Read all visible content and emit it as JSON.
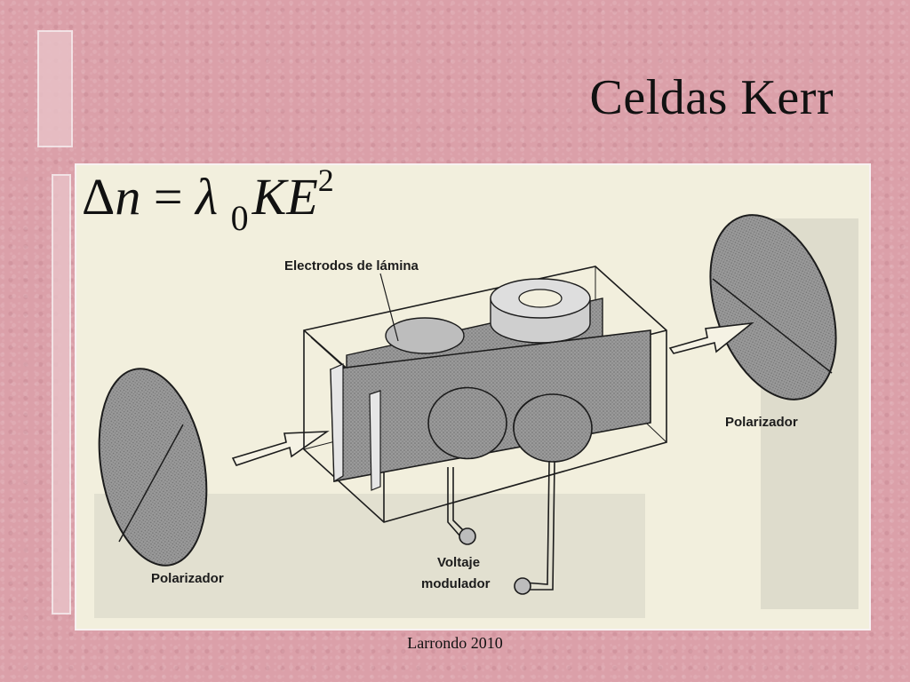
{
  "slide": {
    "title": "Celdas Kerr",
    "footer": "Larrondo 2010"
  },
  "formula": {
    "delta": "Δ",
    "n": "n",
    "equals": " = ",
    "lambda": "λ",
    "subscript": "0",
    "K": "K",
    "E": "E",
    "exponent": "2"
  },
  "diagram": {
    "labels": {
      "electrodes": "Electrodos de lámina",
      "polarizer_right": "Polarizador",
      "polarizer_left": "Polarizador",
      "voltage_line1": "Voltaje",
      "voltage_line2": "modulador"
    }
  },
  "colors": {
    "background": "#dba0a9",
    "figure_bg": "#f2efdd",
    "ink": "#1c1c1c",
    "plate_fill": "#8f8f8f"
  }
}
